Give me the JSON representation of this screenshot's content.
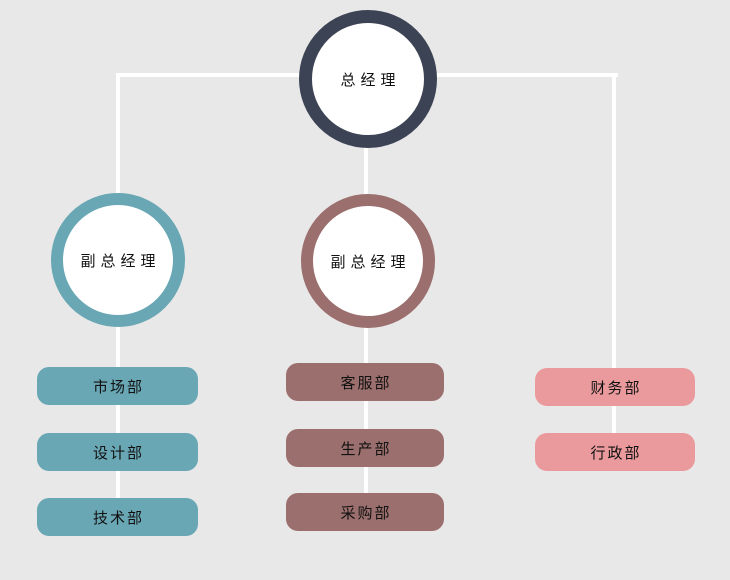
{
  "colors": {
    "background": "#e9e8e8",
    "connector": "#ffffff",
    "root_ring": "#3c4354",
    "teal": "#69a7b5",
    "mauve": "#9a6f6d",
    "pink": "#ea9a9d",
    "node_fill": "#ffffff",
    "text": "#111111"
  },
  "org": {
    "root": {
      "label": "总经理"
    },
    "deputies": [
      {
        "label": "副总经理",
        "accent": "teal"
      },
      {
        "label": "副总经理",
        "accent": "mauve"
      }
    ],
    "columns": [
      {
        "accent": "teal",
        "departments": [
          "市场部",
          "设计部",
          "技术部"
        ]
      },
      {
        "accent": "mauve",
        "departments": [
          "客服部",
          "生产部",
          "采购部"
        ]
      },
      {
        "accent": "pink",
        "departments": [
          "财务部",
          "行政部"
        ]
      }
    ]
  }
}
